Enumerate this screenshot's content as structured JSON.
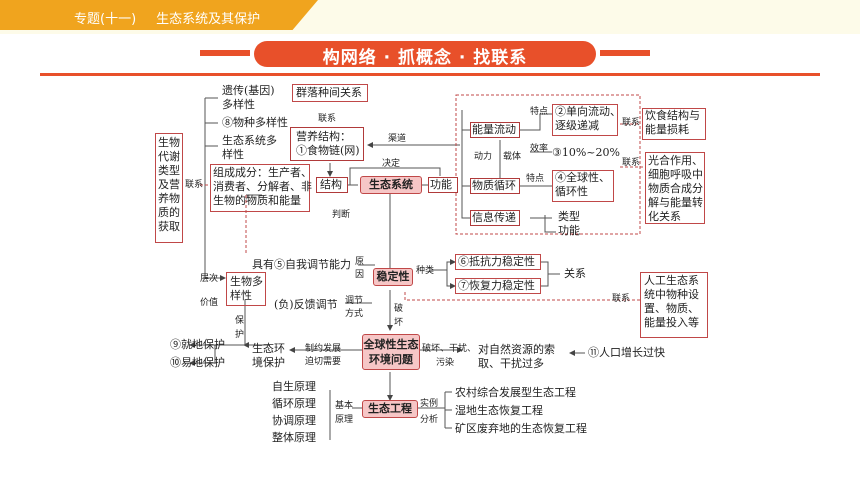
{
  "header": {
    "topic": "专题(十一)",
    "title": "生态系统及其保护"
  },
  "banner": {
    "title": "构网络 · 抓概念 · 找联系"
  },
  "left": {
    "genetic": "遗传(基因)",
    "genetic2": "多样性",
    "species": "⑧物种多样性",
    "eco_div": "生态系统多",
    "eco_div2": "样性",
    "metabolism": "生物代谢类型及营养物质的获取",
    "link": "联系",
    "composition": "组成成分：生产者、",
    "composition2": "消费者、分解者、非",
    "composition3": "生物的物质和能量",
    "level": "层次",
    "value": "价值",
    "bio_div": "生物多",
    "bio_div2": "样性",
    "protect": "保护"
  },
  "center": {
    "community": "群落种间关系",
    "link": "联系",
    "nutrition": "营养结构：",
    "nutrition2": "①食物链(网)",
    "structure": "结构",
    "ecosystem": "生态系统",
    "function": "功能",
    "decide": "决定",
    "judge": "判断",
    "channel": "渠道",
    "self_reg": "具有⑤自我调节能力",
    "cause": "原",
    "cause2": "因",
    "stability": "稳定性",
    "kind": "种类",
    "resist": "⑥抵抗力稳定性",
    "recover": "⑦恢复力稳定性",
    "relation": "关系",
    "feedback": "(负)反馈调节",
    "regulate": "调节",
    "mode": "方式",
    "destroy": "破",
    "destroy2": "坏",
    "global": "全球性生态",
    "global2": "环境问题",
    "restrict": "制约发展",
    "urgent": "迫切需要",
    "env": "生态环",
    "env2": "境保护",
    "onsite": "⑨就地保护",
    "offsite": "⑩易地保护",
    "damage": "破坏、干扰、",
    "pollute": "污染",
    "resource": "对自然资源的索",
    "resource2": "取、干扰过多",
    "population": "⑪人口增长过快",
    "engineering": "生态工程",
    "basic": "基本",
    "principle": "原理",
    "p1": "自生原理",
    "p2": "循环原理",
    "p3": "协调原理",
    "p4": "整体原理",
    "example": "实例",
    "analysis": "分析",
    "e1": "农村综合发展型生态工程",
    "e2": "湿地生态恢复工程",
    "e3": "矿区废弃地的生态恢复工程"
  },
  "right": {
    "energy": "能量流动",
    "feature": "特点",
    "one_way": "②单向流动、",
    "decrease": "逐级递减",
    "efficiency": "效率",
    "percent": "③10%~20%",
    "power": "动力",
    "carrier": "载体",
    "material": "物质循环",
    "feature2": "特点",
    "global_cycle": "④全球性、",
    "cycle": "循环性",
    "info": "信息传递",
    "type": "类型",
    "func": "功能",
    "link1": "联系",
    "diet": "饮食结构与",
    "energy_loss": "能量损耗",
    "link2": "联系",
    "photo": "光合作用、细胞呼吸中物质合成分解与能量转化关系",
    "link3": "联系",
    "artificial": "人工生态系统中物种设置、物质、能量投入等"
  }
}
